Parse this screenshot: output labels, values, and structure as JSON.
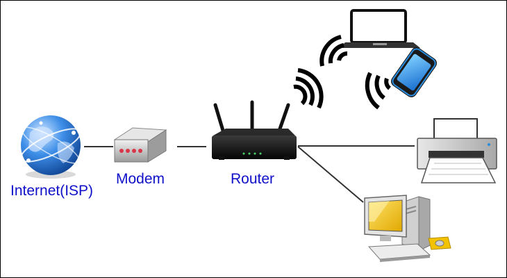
{
  "labels": {
    "internet": "Internet(ISP)",
    "modem": "Modem",
    "router": "Router"
  },
  "colors": {
    "label": "#1010c8",
    "link": "#333333",
    "globe": "#1e6fd0",
    "modem_light": "#d8374a",
    "phone_screen": "#2a8de0",
    "monitor_screen": "#f2c200"
  },
  "icons": {
    "internet": "globe-icon",
    "modem": "modem-icon",
    "router": "wireless-router-icon",
    "laptop": "laptop-icon",
    "smartphone": "smartphone-icon",
    "printer": "printer-icon",
    "desktop": "desktop-computer-icon",
    "wifi": "wifi-signal-icon"
  }
}
